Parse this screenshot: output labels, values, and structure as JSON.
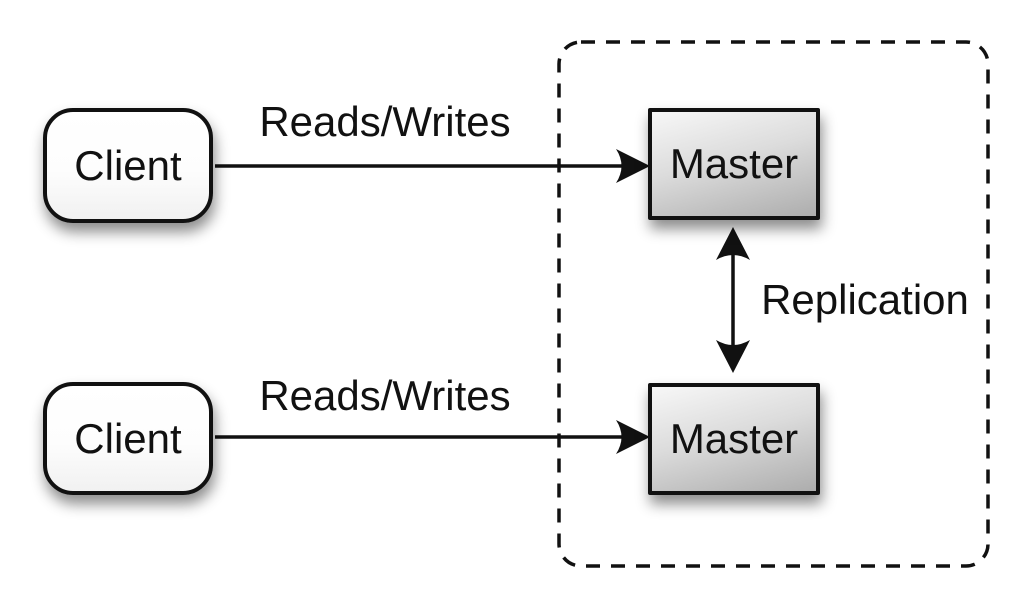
{
  "nodes": {
    "client_top": {
      "label": "Client"
    },
    "client_bottom": {
      "label": "Client"
    },
    "master_top": {
      "label": "Master"
    },
    "master_bottom": {
      "label": "Master"
    }
  },
  "edges": {
    "reads_writes_top": {
      "label": "Reads/Writes",
      "direction": "right"
    },
    "reads_writes_bottom": {
      "label": "Reads/Writes",
      "direction": "right"
    },
    "replication": {
      "label": "Replication",
      "direction": "both"
    }
  },
  "colors": {
    "background": "#ffffff",
    "line": "#111111",
    "text": "#111111",
    "client_fill": "#ffffff",
    "master_fill_light": "#f7f7f7",
    "master_fill_dark": "#adadad"
  }
}
